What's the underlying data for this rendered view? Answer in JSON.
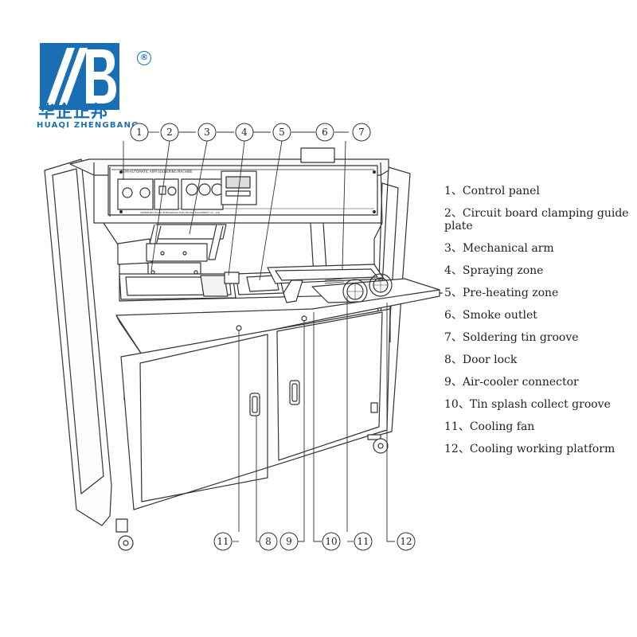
{
  "logo": {
    "mark_letters": "/B",
    "registered": "®",
    "chinese_name": "华企正邦",
    "english_name": "HUAQI ZHENGBANG",
    "brand_color": "#1a6fb4"
  },
  "machine": {
    "panel_plate_text": "SEMI-AUTOMATIC ARM SOLDERING MACHINE",
    "panel_sub_text": "SHENZHEN HUAQI ZHENGBANG ELECTRONIC EQUIPMENT CO., LTD"
  },
  "callouts_top": [
    {
      "num": "1"
    },
    {
      "num": "2"
    },
    {
      "num": "3"
    },
    {
      "num": "4"
    },
    {
      "num": "5"
    },
    {
      "num": "6"
    },
    {
      "num": "7"
    }
  ],
  "callouts_bottom": [
    {
      "num": "11"
    },
    {
      "num": "8"
    },
    {
      "num": "9"
    },
    {
      "num": "10"
    },
    {
      "num": "11"
    },
    {
      "num": "12"
    }
  ],
  "legend": {
    "separator": "、",
    "items": [
      {
        "num": "1",
        "label": "Control panel"
      },
      {
        "num": "2",
        "label": "Circuit board clamping guide plate"
      },
      {
        "num": "3",
        "label": "Mechanical arm"
      },
      {
        "num": "4",
        "label": "Spraying zone"
      },
      {
        "num": "5",
        "label": "Pre-heating zone"
      },
      {
        "num": "6",
        "label": "Smoke outlet"
      },
      {
        "num": "7",
        "label": "Soldering tin groove"
      },
      {
        "num": "8",
        "label": "Door lock"
      },
      {
        "num": "9",
        "label": "Air-cooler connector"
      },
      {
        "num": "10",
        "label": "Tin splash collect groove"
      },
      {
        "num": "11",
        "label": "Cooling fan"
      },
      {
        "num": "12",
        "label": "Cooling working platform"
      }
    ]
  }
}
